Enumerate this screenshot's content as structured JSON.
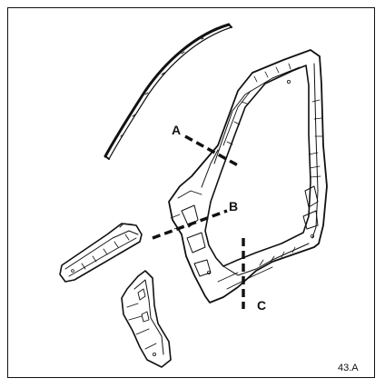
{
  "labels": {
    "a": "A",
    "b": "B",
    "c": "C"
  },
  "figure_ref": "43.A",
  "colors": {
    "line": "#111111",
    "background": "#ffffff"
  }
}
